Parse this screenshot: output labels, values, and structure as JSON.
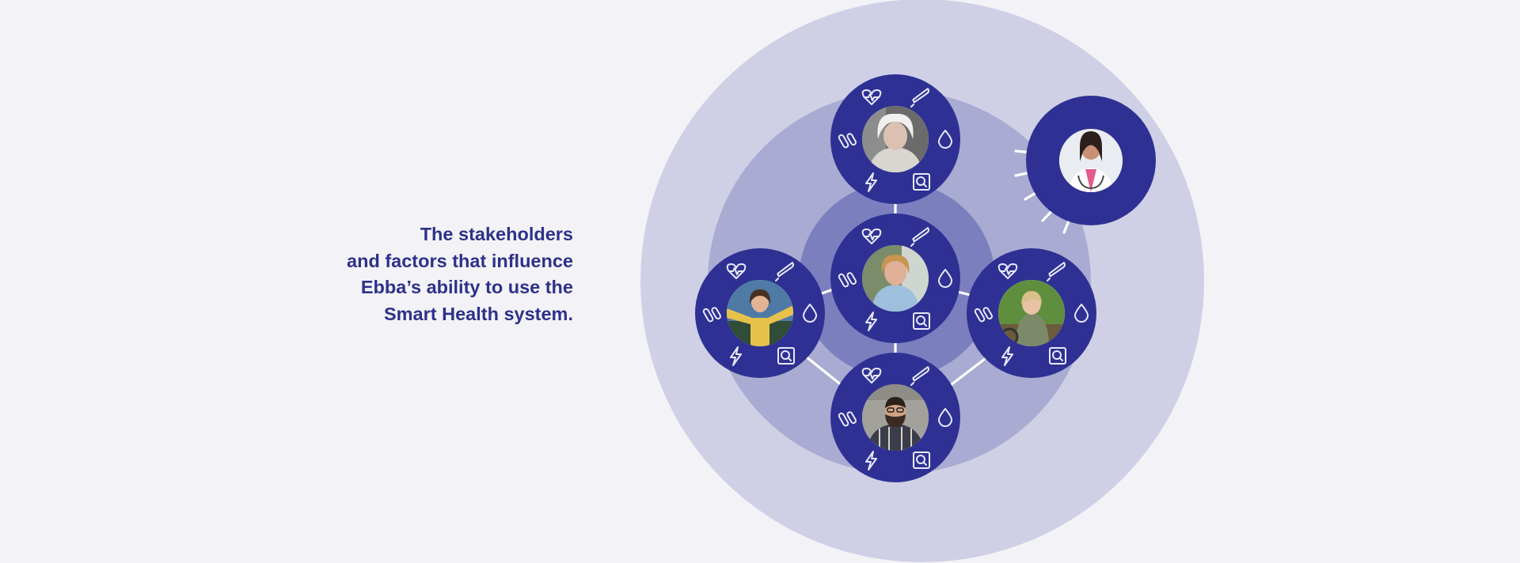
{
  "caption": {
    "line1": "The stakeholders",
    "line2": "and factors that influence",
    "line3": "Ebba’s ability to use the",
    "line4": "Smart Health system."
  },
  "colors": {
    "background": "#f3f3f7",
    "outer_ring": "#cfd0e6",
    "middle_ring": "#a9abd2",
    "inner_ring": "#7c7fbe",
    "node": "#2e3193",
    "text": "#2e3188",
    "arrow": "#ffffff"
  },
  "nodes": [
    {
      "id": "ebba",
      "person": "woman with short blonde hair smiling"
    },
    {
      "id": "elderly",
      "person": "elderly woman with white hair"
    },
    {
      "id": "young-woman",
      "person": "young woman in yellow top"
    },
    {
      "id": "child",
      "person": "child on a bicycle outdoors"
    },
    {
      "id": "man",
      "person": "bearded man in plaid shirt"
    },
    {
      "id": "doctor",
      "person": "smiling female doctor with stethoscope"
    }
  ],
  "icons": [
    "heart-pulse-icon",
    "thermometer-icon",
    "test-tubes-icon",
    "drop-icon",
    "lightning-icon",
    "scan-icon"
  ]
}
